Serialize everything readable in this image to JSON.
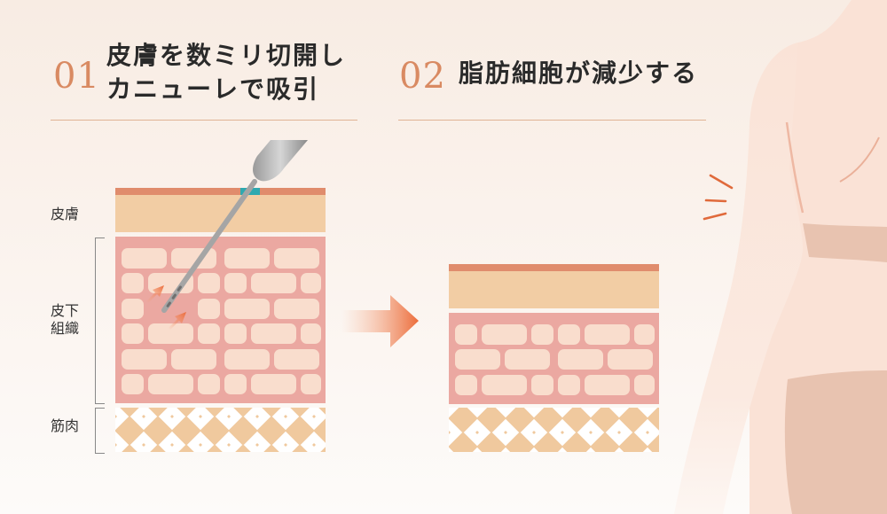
{
  "steps": [
    {
      "number": "01",
      "title": "皮膚を数ミリ切開し\nカニューレで吸引"
    },
    {
      "number": "02",
      "title": "脂肪細胞が減少する"
    }
  ],
  "layer_labels": {
    "skin": "皮膚",
    "subcutaneous": "皮下\n組織",
    "muscle": "筋肉"
  },
  "colors": {
    "accent": "#d98a62",
    "epidermis": "#e08c6c",
    "dermis": "#f2cda4",
    "fat_layer": "#eba8a1",
    "fat_cell": "#f9ddcd",
    "muscle": "#f0c99e",
    "arrow": "#ec6c3a",
    "incision": "#2fa9b0",
    "body_skin": "#fae2d6",
    "underwear": "#e8c3b0"
  }
}
